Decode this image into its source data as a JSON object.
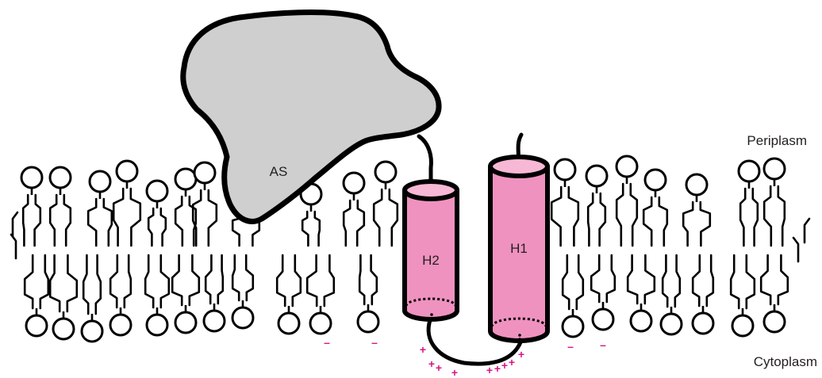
{
  "labels": {
    "periplasm": "Periplasm",
    "cytoplasm": "Cytoplasm",
    "domain": "AS",
    "helix_1": "H1",
    "helix_2": "H2"
  },
  "charges": {
    "negative": "–",
    "positive": "+"
  },
  "colors": {
    "outline": "#000000",
    "helix_fill": "#ef92c0",
    "helix_cap": "#f7b8d6",
    "domain_fill": "#cfcfcf",
    "charge": "#d6168a",
    "text": "#231f20"
  }
}
